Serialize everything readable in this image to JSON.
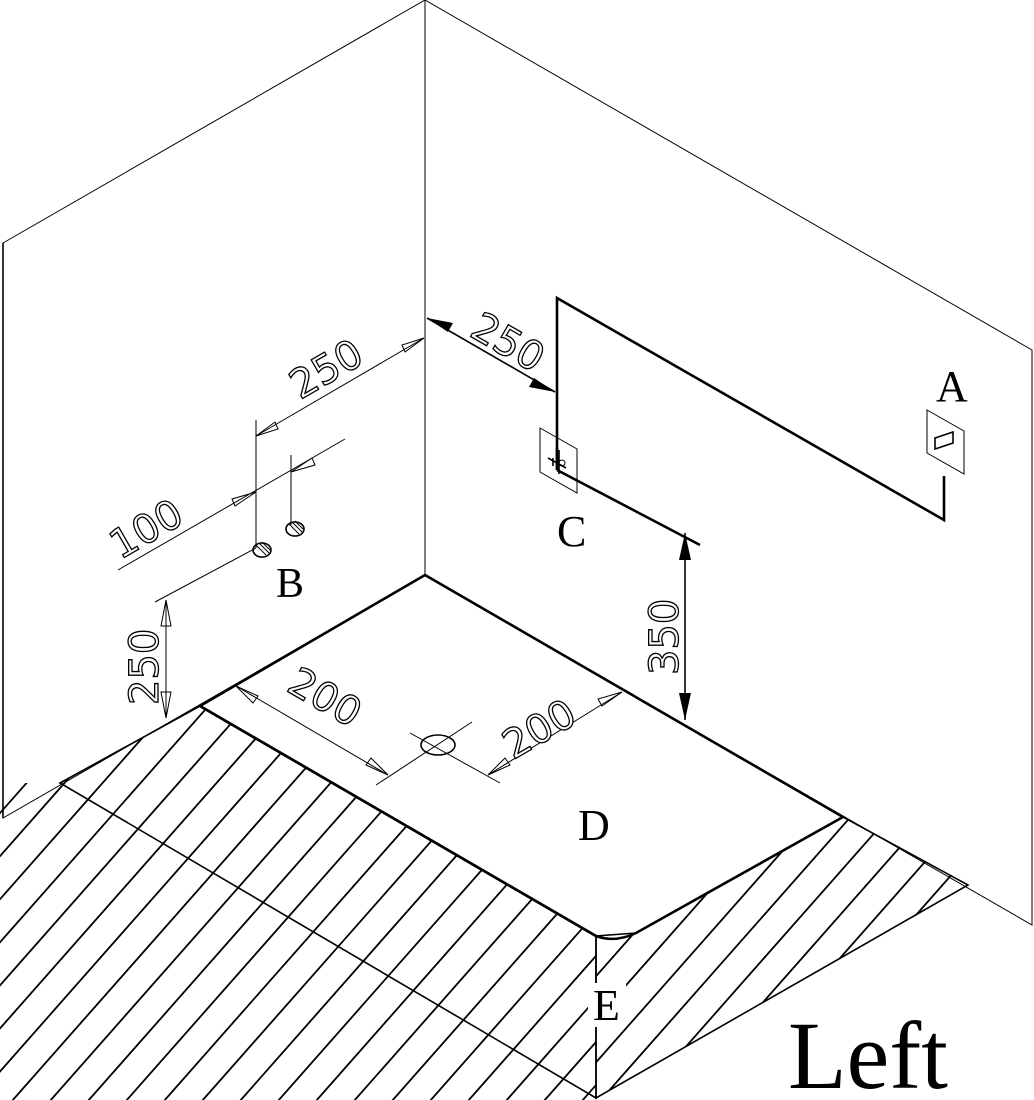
{
  "labels": {
    "a": "A",
    "b": "B",
    "c": "C",
    "d": "D",
    "e": "E",
    "side": "Left"
  },
  "dimensions": {
    "left_wall_top_250": "250",
    "left_wall_100": "100",
    "left_wall_height_250": "250",
    "floor_drain_left_200": "200",
    "floor_drain_right_200": "200",
    "right_wall_top_250": "250",
    "right_wall_height_350": "350"
  },
  "colors": {
    "line": "#000000",
    "background": "#ffffff"
  }
}
